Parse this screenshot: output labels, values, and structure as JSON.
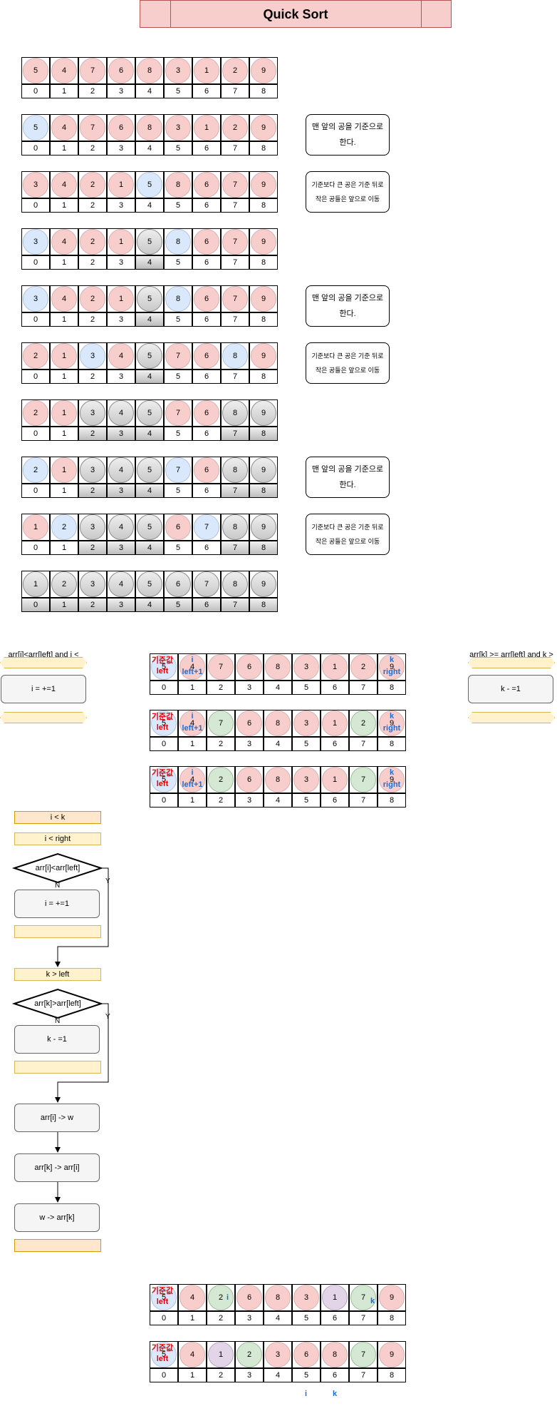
{
  "title": "Quick Sort",
  "colors": {
    "pink": "#f8cecc",
    "blue": "#dae8fc",
    "gray": "#d0d0d0",
    "green": "#d5e8d4",
    "purple": "#e1d5e7",
    "red_label": "#ea0000",
    "blue_label": "#1a6fd6"
  },
  "rows": [
    {
      "values": [
        "5",
        "4",
        "7",
        "6",
        "8",
        "3",
        "1",
        "2",
        "9"
      ],
      "balls": [
        "pink",
        "pink",
        "pink",
        "pink",
        "pink",
        "pink",
        "pink",
        "pink",
        "pink"
      ],
      "gray_idx": []
    },
    {
      "values": [
        "5",
        "4",
        "7",
        "6",
        "8",
        "3",
        "1",
        "2",
        "9"
      ],
      "balls": [
        "blue",
        "pink",
        "pink",
        "pink",
        "pink",
        "pink",
        "pink",
        "pink",
        "pink"
      ],
      "gray_idx": [],
      "note": "맨 앞의 공을 기준으로 한다."
    },
    {
      "values": [
        "3",
        "4",
        "2",
        "1",
        "5",
        "8",
        "6",
        "7",
        "9"
      ],
      "balls": [
        "pink",
        "pink",
        "pink",
        "pink",
        "blue",
        "pink",
        "pink",
        "pink",
        "pink"
      ],
      "gray_idx": [],
      "note": "기준보다 큰 공은 기준 뒤로 작은 공들은 앞으로 이동",
      "note_small": true
    },
    {
      "values": [
        "3",
        "4",
        "2",
        "1",
        "5",
        "8",
        "6",
        "7",
        "9"
      ],
      "balls": [
        "blue",
        "pink",
        "pink",
        "pink",
        "gray",
        "blue",
        "pink",
        "pink",
        "pink"
      ],
      "gray_idx": [
        4
      ]
    },
    {
      "values": [
        "3",
        "4",
        "2",
        "1",
        "5",
        "8",
        "6",
        "7",
        "9"
      ],
      "balls": [
        "blue",
        "pink",
        "pink",
        "pink",
        "gray",
        "blue",
        "pink",
        "pink",
        "pink"
      ],
      "gray_idx": [
        4
      ],
      "note": "맨 앞의 공을 기준으로 한다."
    },
    {
      "values": [
        "2",
        "1",
        "3",
        "4",
        "5",
        "7",
        "6",
        "8",
        "9"
      ],
      "balls": [
        "pink",
        "pink",
        "blue",
        "pink",
        "gray",
        "pink",
        "pink",
        "blue",
        "pink"
      ],
      "gray_idx": [
        4
      ],
      "note": "기준보다 큰 공은 기준 뒤로 작은 공들은 앞으로 이동",
      "note_small": true
    },
    {
      "values": [
        "2",
        "1",
        "3",
        "4",
        "5",
        "7",
        "6",
        "8",
        "9"
      ],
      "balls": [
        "pink",
        "pink",
        "gray",
        "gray",
        "gray",
        "pink",
        "pink",
        "gray",
        "gray"
      ],
      "gray_idx": [
        2,
        3,
        4,
        7,
        8
      ]
    },
    {
      "values": [
        "2",
        "1",
        "3",
        "4",
        "5",
        "7",
        "6",
        "8",
        "9"
      ],
      "balls": [
        "blue",
        "pink",
        "gray",
        "gray",
        "gray",
        "blue",
        "pink",
        "gray",
        "gray"
      ],
      "gray_idx": [
        2,
        3,
        4,
        7,
        8
      ],
      "note": "맨 앞의 공을 기준으로 한다."
    },
    {
      "values": [
        "1",
        "2",
        "3",
        "4",
        "5",
        "6",
        "7",
        "8",
        "9"
      ],
      "balls": [
        "pink",
        "blue",
        "gray",
        "gray",
        "gray",
        "pink",
        "blue",
        "gray",
        "gray"
      ],
      "gray_idx": [
        2,
        3,
        4,
        7,
        8
      ],
      "note": "기준보다 큰 공은 기준 뒤로 작은 공들은 앞으로 이동",
      "note_small": true
    },
    {
      "values": [
        "1",
        "2",
        "3",
        "4",
        "5",
        "6",
        "7",
        "8",
        "9"
      ],
      "balls": [
        "gray",
        "gray",
        "gray",
        "gray",
        "gray",
        "gray",
        "gray",
        "gray",
        "gray"
      ],
      "gray_idx": [
        0,
        1,
        2,
        3,
        4,
        5,
        6,
        7,
        8
      ]
    }
  ],
  "indices": [
    "0",
    "1",
    "2",
    "3",
    "4",
    "5",
    "6",
    "7",
    "8"
  ],
  "left_loop": {
    "cond": "arr[i]<arr[left] and i < right",
    "proc": "i = +=1"
  },
  "right_loop": {
    "cond": "arr[k] >= arr[left] and k > left",
    "proc": "k - =1"
  },
  "mid_rows": [
    {
      "values": [
        "5",
        "4",
        "7",
        "6",
        "8",
        "3",
        "1",
        "2",
        "9"
      ],
      "balls": [
        "blue",
        "pink",
        "pink",
        "pink",
        "pink",
        "pink",
        "pink",
        "pink",
        "pink"
      ]
    },
    {
      "values": [
        "5",
        "4",
        "7",
        "6",
        "8",
        "3",
        "1",
        "2",
        "9"
      ],
      "balls": [
        "blue",
        "pink",
        "green",
        "pink",
        "pink",
        "pink",
        "pink",
        "green",
        "pink"
      ]
    },
    {
      "values": [
        "5",
        "4",
        "2",
        "6",
        "8",
        "3",
        "1",
        "7",
        "9"
      ],
      "balls": [
        "blue",
        "pink",
        "green",
        "pink",
        "pink",
        "pink",
        "pink",
        "green",
        "pink"
      ]
    }
  ],
  "marker_labels": {
    "pivot": "기준값",
    "left": "left",
    "i": "i",
    "left1": "left+1",
    "k": "k",
    "right": "right"
  },
  "flow": {
    "while_ik": "i < k",
    "while_iright": "i < right",
    "cond1": "arr[i]<arr[left]",
    "proc1": "i = +=1",
    "while_kleft": "k > left",
    "cond2": "arr[k]>arr[left]",
    "proc2": "k - =1",
    "swap1": "arr[i] -> w",
    "swap2": "arr[k] -> arr[i]",
    "swap3": "w -> arr[k]",
    "yes": "Y",
    "no": "N"
  },
  "bottom_rows": [
    {
      "values": [
        "5",
        "4",
        "2",
        "6",
        "8",
        "3",
        "1",
        "7",
        "9"
      ],
      "balls": [
        "blue",
        "pink",
        "green",
        "pink",
        "pink",
        "pink",
        "purple",
        "green",
        "pink"
      ]
    },
    {
      "values": [
        "5",
        "4",
        "1",
        "2",
        "3",
        "6",
        "8",
        "7",
        "9"
      ],
      "balls": [
        "blue",
        "pink",
        "purple",
        "green",
        "pink",
        "pink",
        "pink",
        "green",
        "pink"
      ]
    }
  ],
  "bottom_labels": {
    "i": "i",
    "k": "k"
  }
}
